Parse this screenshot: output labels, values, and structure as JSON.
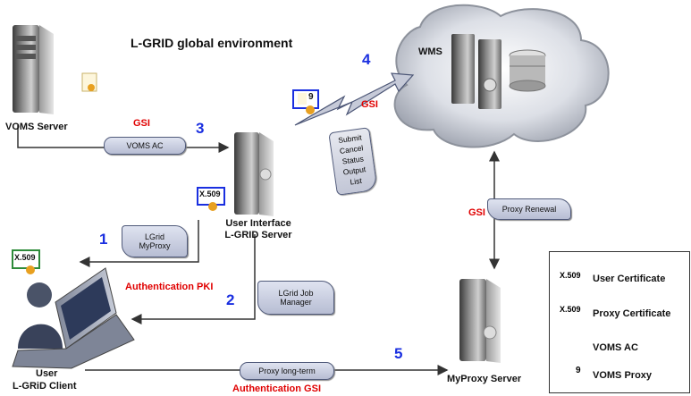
{
  "title": "L-GRID global environment",
  "nodes": {
    "voms_server": "VOMS Server",
    "ui_line1": "User Interface",
    "ui_line2": "L-GRID Server",
    "wms": "WMS",
    "myproxy": "MyProxy Server",
    "user_line1": "User",
    "user_line2": "L-GRiD Client"
  },
  "steps": {
    "s1": "1",
    "s2": "2",
    "s3": "3",
    "s4": "4",
    "s5": "5"
  },
  "security": {
    "gsi_voms": "GSI",
    "gsi_wms": "GSI",
    "gsi_renewal": "GSI",
    "auth_pki": "Authentication PKI",
    "auth_gsi": "Authentication GSI"
  },
  "messages": {
    "voms_ac": "VOMS AC",
    "lgrid_myproxy_1": "LGrid",
    "lgrid_myproxy_2": "MyProxy",
    "job_manager_1": "LGrid Job",
    "job_manager_2": "Manager",
    "proxy_renewal": "Proxy Renewal",
    "proxy_long_term": "Proxy long-term",
    "wms_ops": [
      "Submit",
      "Cancel",
      "Status",
      "Output",
      "List"
    ]
  },
  "cert_badges": {
    "x509": "X.509",
    "proxy": "9"
  },
  "legend": [
    {
      "label": "User Certificate",
      "icon": "user-certificate-icon"
    },
    {
      "label": "Proxy Certificate",
      "icon": "proxy-certificate-icon"
    },
    {
      "label": "VOMS AC",
      "icon": "voms-ac-icon"
    },
    {
      "label": "VOMS Proxy",
      "icon": "voms-proxy-icon"
    }
  ],
  "colors": {
    "step_number": "#1a2fe0",
    "security_label": "#e00000",
    "pill": "#c7cce0"
  }
}
